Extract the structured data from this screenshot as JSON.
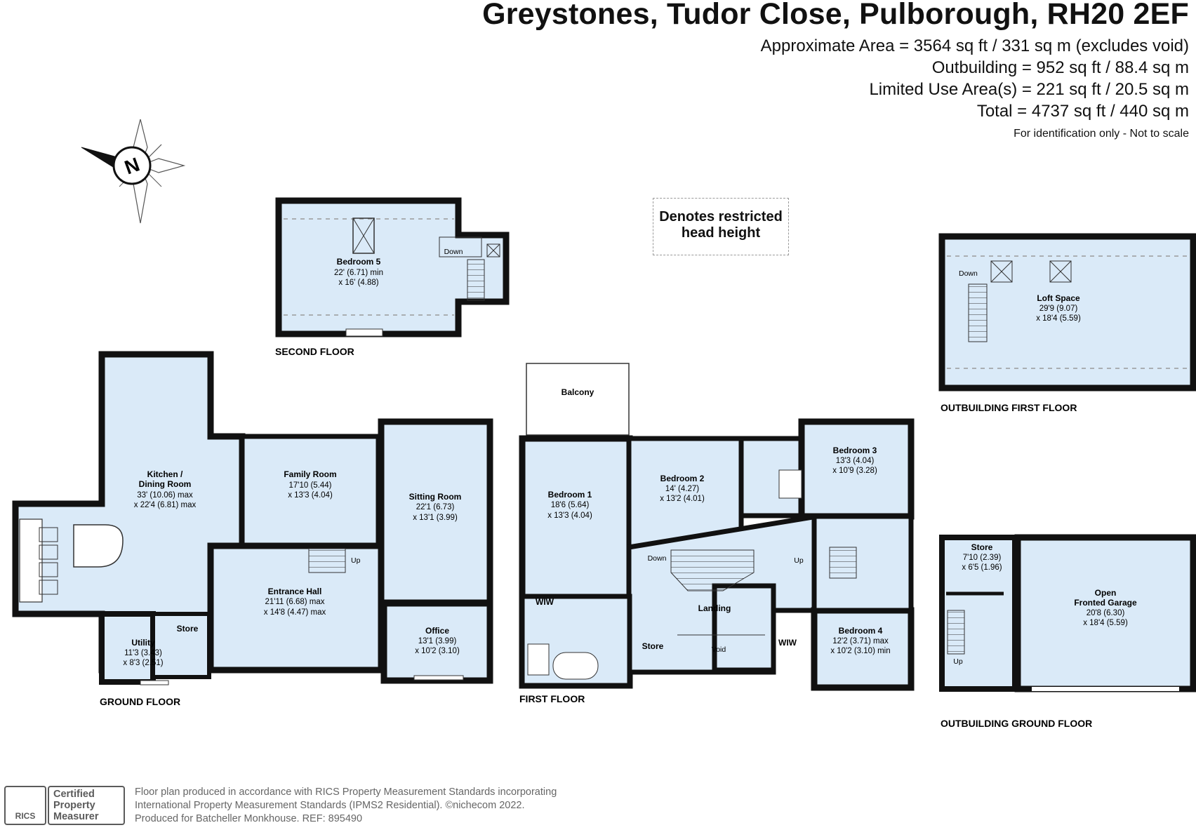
{
  "header": {
    "address": "Greystones, Tudor Close, Pulborough, RH20 2EF",
    "area_lines": [
      "Approximate Area = 3564 sq ft / 331 sq m (excludes void)",
      "Outbuilding = 952 sq ft / 88.4 sq m",
      "Limited Use Area(s) = 221 sq ft / 20.5 sq m",
      "Total = 4737 sq ft / 440 sq m"
    ],
    "disclaimer": "For identification only - Not to scale"
  },
  "compass": {
    "letter": "N",
    "icon": "compass-rose-icon"
  },
  "legend": {
    "line1": "Denotes restricted",
    "line2": "head height"
  },
  "colors": {
    "room_fill": "#daeaf8",
    "wall": "#111111",
    "dashed": "#9a9a9a",
    "footer_grey": "#666666"
  },
  "floors": {
    "second": "SECOND FLOOR",
    "ground": "GROUND FLOOR",
    "first": "FIRST FLOOR",
    "outbuilding_first": "OUTBUILDING FIRST FLOOR",
    "outbuilding_ground": "OUTBUILDING GROUND FLOOR"
  },
  "rooms": {
    "bedroom5": {
      "name": "Bedroom 5",
      "dim1": "22' (6.71) min",
      "dim2": "x 16' (4.88)"
    },
    "kitchen": {
      "name1": "Kitchen /",
      "name2": "Dining Room",
      "dim1": "33' (10.06) max",
      "dim2": "x 22'4 (6.81) max"
    },
    "family": {
      "name": "Family Room",
      "dim1": "17'10 (5.44)",
      "dim2": "x 13'3 (4.04)"
    },
    "sitting": {
      "name": "Sitting Room",
      "dim1": "22'1 (6.73)",
      "dim2": "x 13'1 (3.99)"
    },
    "hall": {
      "name": "Entrance Hall",
      "dim1": "21'11 (6.68) max",
      "dim2": "x 14'8 (4.47) max"
    },
    "office": {
      "name": "Office",
      "dim1": "13'1 (3.99)",
      "dim2": "x 10'2 (3.10)"
    },
    "utility": {
      "name": "Utility",
      "dim1": "11'3 (3.43)",
      "dim2": "x 8'3 (2.51)"
    },
    "ground_store": {
      "name": "Store"
    },
    "balcony": {
      "name": "Balcony"
    },
    "bedroom1": {
      "name": "Bedroom 1",
      "dim1": "18'6 (5.64)",
      "dim2": "x 13'3 (4.04)"
    },
    "bedroom2": {
      "name": "Bedroom 2",
      "dim1": "14' (4.27)",
      "dim2": "x 13'2 (4.01)"
    },
    "bedroom3": {
      "name": "Bedroom 3",
      "dim1": "13'3 (4.04)",
      "dim2": "x 10'9 (3.28)"
    },
    "bedroom4": {
      "name": "Bedroom 4",
      "dim1": "12'2 (3.71) max",
      "dim2": "x 10'2 (3.10) min"
    },
    "landing": {
      "name": "Landing"
    },
    "first_store": {
      "name": "Store"
    },
    "void": {
      "name": "Void"
    },
    "wiw1": {
      "name": "WIW"
    },
    "wiw2": {
      "name": "WIW"
    },
    "loft": {
      "name": "Loft Space",
      "dim1": "29'9 (9.07)",
      "dim2": "x 18'4 (5.59)"
    },
    "out_store": {
      "name": "Store",
      "dim1": "7'10 (2.39)",
      "dim2": "x 6'5 (1.96)"
    },
    "garage": {
      "name1": "Open",
      "name2": "Fronted Garage",
      "dim1": "20'8 (6.30)",
      "dim2": "x 18'4 (5.59)"
    }
  },
  "stairs": {
    "down": "Down",
    "up": "Up"
  },
  "footer": {
    "logo_text": "RICS",
    "badge_line1": "Certified",
    "badge_line2": "Property",
    "badge_line3": "Measurer",
    "text_line1": "Floor plan produced in accordance with RICS Property Measurement Standards incorporating",
    "text_line2": "International Property Measurement Standards (IPMS2 Residential).  ©nichecom 2022.",
    "text_line3": "Produced for Batcheller Monkhouse.   REF: 895490"
  }
}
